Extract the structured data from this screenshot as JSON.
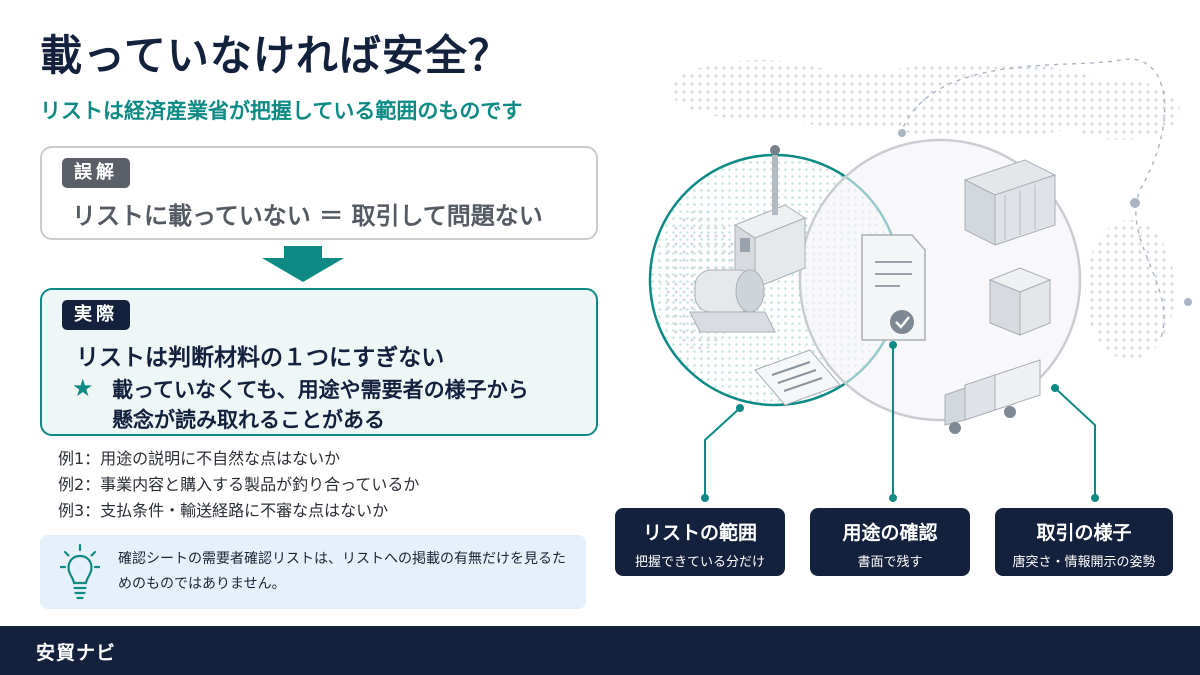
{
  "title": "載っていなければ安全？",
  "subtitle": "リストは経済産業省が把握している範囲のものです",
  "myth": {
    "tag": "誤解",
    "text": "リストに載っていない ＝ 取引して問題ない"
  },
  "fact": {
    "tag": "実際",
    "main": "リストは判断材料の１つにすぎない",
    "star": "★",
    "sub_line1": "載っていなくても、用途や需要者の様子から",
    "sub_line2": "懸念が読み取れることがある"
  },
  "examples": [
    "例1：用途の説明に不自然な点はないか",
    "例2：事業内容と購入する製品が釣り合っているか",
    "例3：支払条件・輸送経路に不審な点はないか"
  ],
  "note": {
    "icon": "lightbulb-icon",
    "text": "確認シートの需要者確認リストは、リストへの掲載の有無だけを見るためのものではありません。"
  },
  "cards": [
    {
      "title": "リストの範囲",
      "sub": "把握できている分だけ"
    },
    {
      "title": "用途の確認",
      "sub": "書面で残す"
    },
    {
      "title": "取引の様子",
      "sub": "唐突さ・情報開示の姿勢"
    }
  ],
  "footer": {
    "brand": "安貿ナビ"
  },
  "colors": {
    "navy": "#14213d",
    "teal": "#0e8a84",
    "grey": "#5b6068",
    "light_teal": "#eef6f6",
    "light_blue": "#e6f0fa"
  }
}
